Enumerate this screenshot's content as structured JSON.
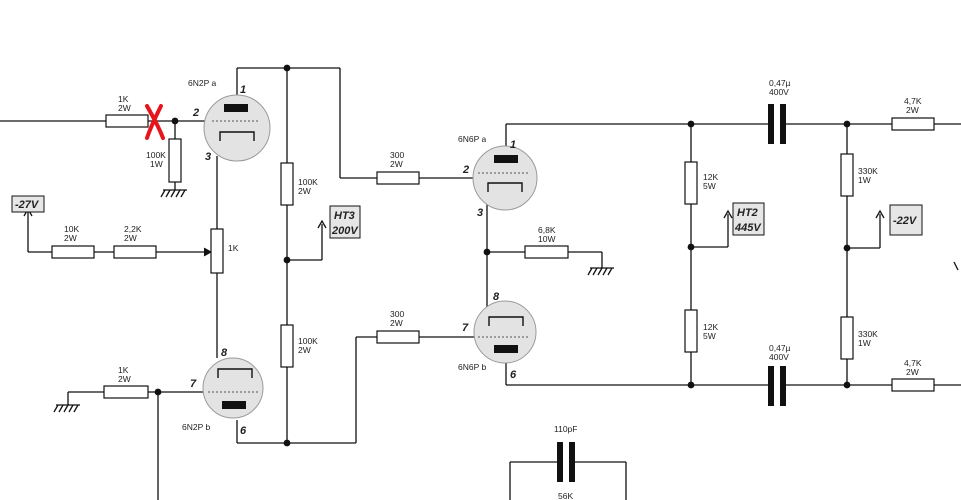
{
  "tubes": {
    "v1a": {
      "name": "6N2P a",
      "pin_anode": "1",
      "pin_grid": "2",
      "pin_cathode": "3"
    },
    "v1b": {
      "name": "6N2P b",
      "pin_anode": "6",
      "pin_grid": "7",
      "pin_cathode": "8"
    },
    "v2a": {
      "name": "6N6P a",
      "pin_anode": "1",
      "pin_grid": "2",
      "pin_cathode": "3"
    },
    "v2b": {
      "name": "6N6P b",
      "pin_anode": "6",
      "pin_grid": "7",
      "pin_cathode": "8"
    }
  },
  "components": {
    "r_in_top": {
      "value": "1K",
      "rating": "2W"
    },
    "r_grid_leak": {
      "value": "100K",
      "rating": "1W"
    },
    "r_bias_a": {
      "value": "10K",
      "rating": "2W"
    },
    "r_bias_b": {
      "value": "2,2K",
      "rating": "2W"
    },
    "pot_bias": {
      "value": "1K"
    },
    "r_in_bot": {
      "value": "1K",
      "rating": "2W"
    },
    "r_load_top": {
      "value": "100K",
      "rating": "2W"
    },
    "r_load_bot": {
      "value": "100K",
      "rating": "2W"
    },
    "r_stop_top": {
      "value": "300",
      "rating": "2W"
    },
    "r_stop_bot": {
      "value": "300",
      "rating": "2W"
    },
    "r_tail": {
      "value": "6,8K",
      "rating": "10W"
    },
    "r_plate_top": {
      "value": "12K",
      "rating": "5W"
    },
    "r_plate_bot": {
      "value": "12K",
      "rating": "5W"
    },
    "c_out_top": {
      "value": "0,47µ",
      "rating": "400V"
    },
    "c_out_bot": {
      "value": "0,47µ",
      "rating": "400V"
    },
    "r_out_leak_top": {
      "value": "330K",
      "rating": "1W"
    },
    "r_out_leak_bot": {
      "value": "330K",
      "rating": "1W"
    },
    "r_out_top": {
      "value": "4,7K",
      "rating": "2W"
    },
    "r_out_bot": {
      "value": "4,7K",
      "rating": "2W"
    },
    "c_fb": {
      "value": "110pF"
    },
    "r_fb": {
      "value": "56K"
    }
  },
  "voltages": {
    "bias_in": "-27V",
    "ht3_name": "HT3",
    "ht3_value": "200V",
    "ht2_name": "HT2",
    "ht2_value": "445V",
    "bias_out": "-22V"
  },
  "colors": {
    "wire": "#111111",
    "tube_fill": "#e3e3e3",
    "cross_mark": "#e8141b"
  }
}
